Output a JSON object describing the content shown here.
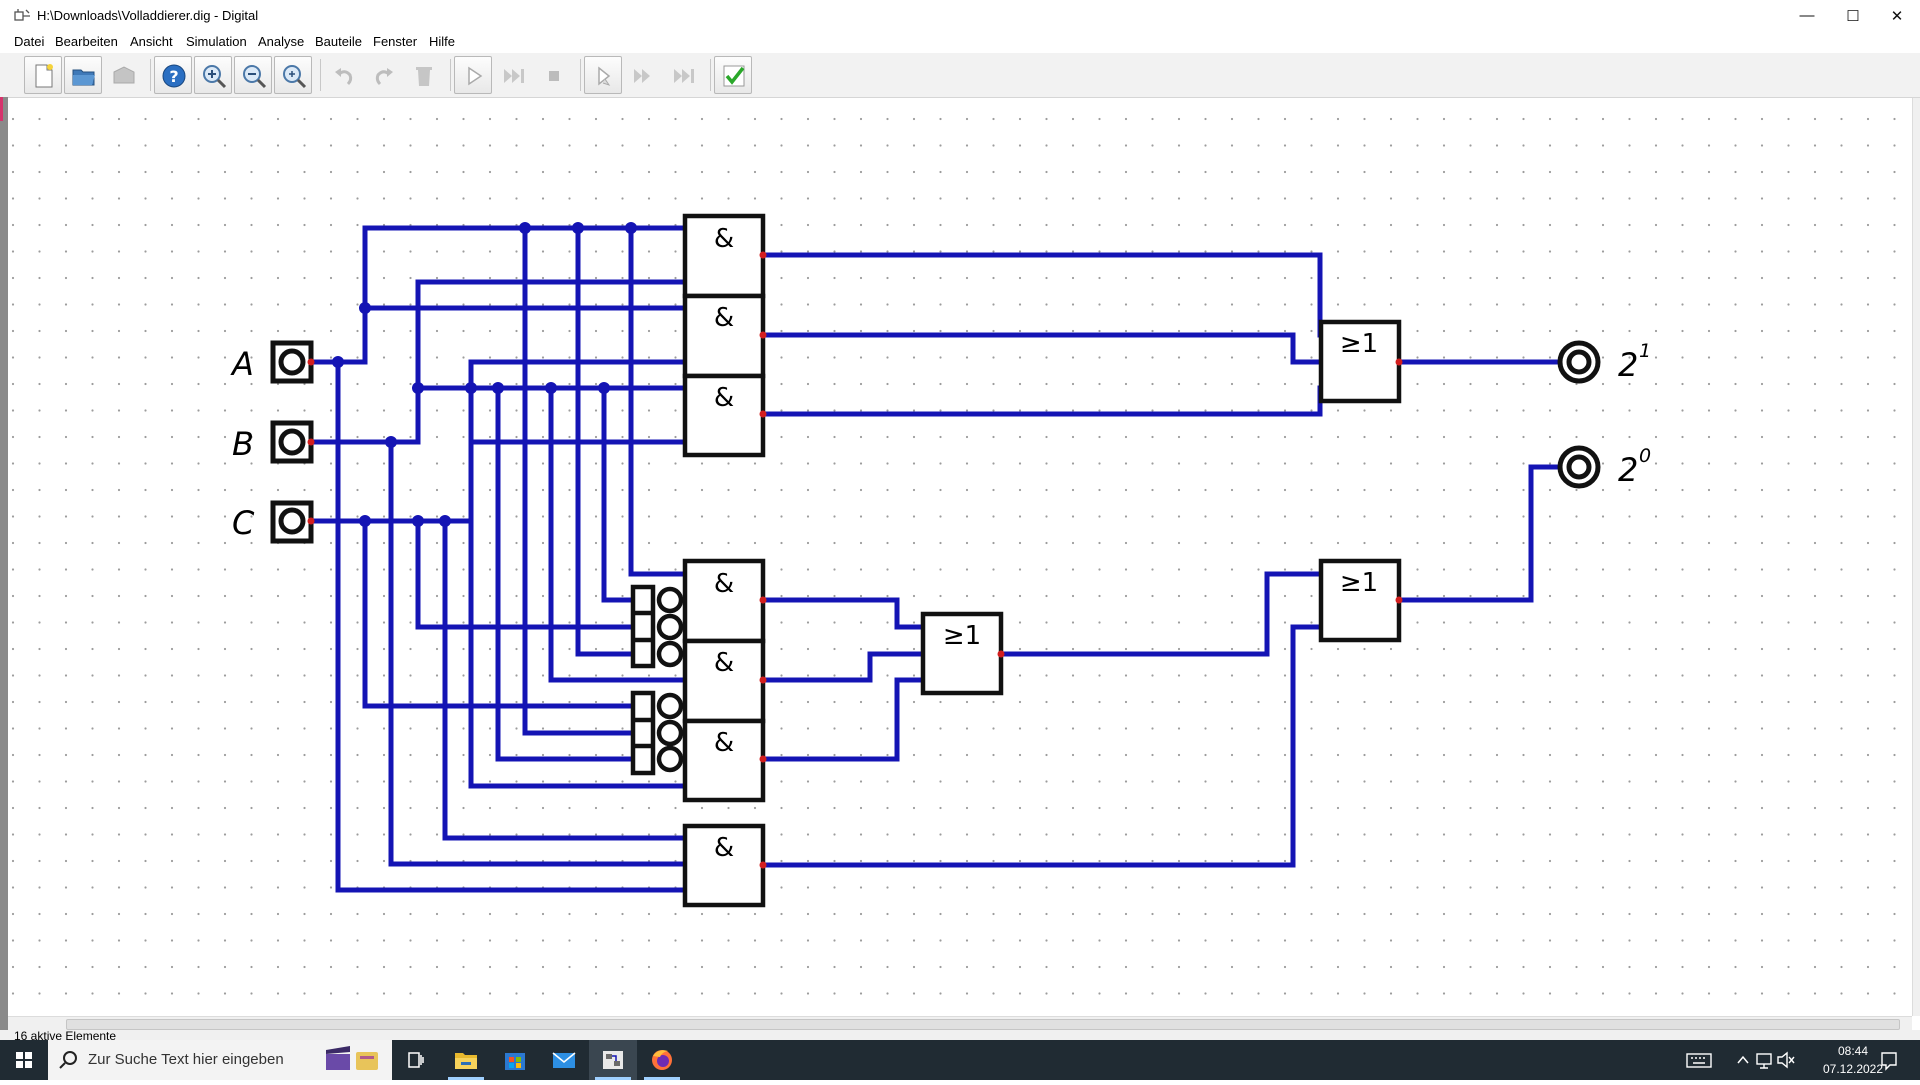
{
  "window": {
    "title": "H:\\Downloads\\Volladdierer.dig - Digital",
    "minimize_glyph": "—",
    "maximize_glyph": "☐",
    "close_glyph": "✕"
  },
  "menu": [
    "Datei",
    "Bearbeiten",
    "Ansicht",
    "Simulation",
    "Analyse",
    "Bauteile",
    "Fenster",
    "Hilfe"
  ],
  "toolbar": {
    "icons": [
      "new-file-icon",
      "open-folder-icon",
      "save-icon",
      "help-icon",
      "zoom-in-icon",
      "zoom-out-icon",
      "zoom-fit-icon",
      "undo-icon",
      "redo-icon",
      "delete-icon",
      "run-icon",
      "fast-forward-icon",
      "stop-icon",
      "step-icon",
      "step-forward-icon",
      "step-end-icon",
      "check-icon"
    ]
  },
  "circuit": {
    "wire_color": "#1414b4",
    "pin_color": "#d21e1e",
    "inputs": [
      "A",
      "B",
      "C"
    ],
    "outputs": [
      {
        "base": "2",
        "exponent": "1"
      },
      {
        "base": "2",
        "exponent": "0"
      }
    ],
    "and_symbol": "&",
    "or_symbol": "≥1"
  },
  "status": {
    "text": "16 aktive Elemente"
  },
  "taskbar": {
    "search_placeholder": "Zur Suche Text hier eingeben",
    "time": "08:44",
    "date": "07.12.2022",
    "icons": [
      "windows-start-icon",
      "search-icon",
      "clapperboard-icon",
      "task-view-icon",
      "file-explorer-icon",
      "store-icon",
      "mail-icon",
      "digital-app-icon",
      "firefox-icon",
      "keyboard-icon",
      "chevron-up-icon",
      "network-icon",
      "speaker-muted-icon",
      "notification-icon"
    ]
  }
}
